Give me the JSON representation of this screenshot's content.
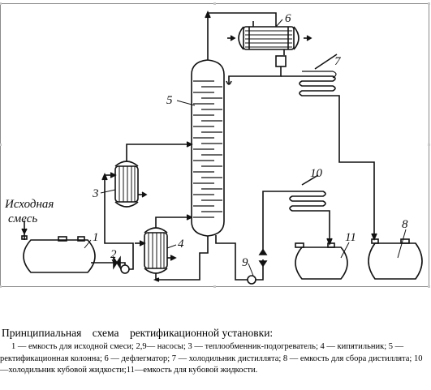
{
  "diagram": {
    "feed_label_line1": "Исходная",
    "feed_label_line2": "смесь",
    "numbers": {
      "n1": "1",
      "n2": "2",
      "n3": "3",
      "n4": "4",
      "n5": "5",
      "n6": "6",
      "n7": "7",
      "n8": "8",
      "n9": "9",
      "n10": "10",
      "n11": "11"
    }
  },
  "caption": {
    "title": "Принципиальная    схема    ректификационной установки:",
    "legend": "1 — емкость для исходной смеси; 2,9— насосы; 3 — теплообменник-подогреватель; 4 — кипятильник; 5 —ректификационная колонна; 6 — дефлегматор; 7 — холодильник дистиллята; 8 — емкость для сбора дистиллята; 10 —холодильник кубовой жидкости;11—емкость для кубовой жидкости."
  }
}
